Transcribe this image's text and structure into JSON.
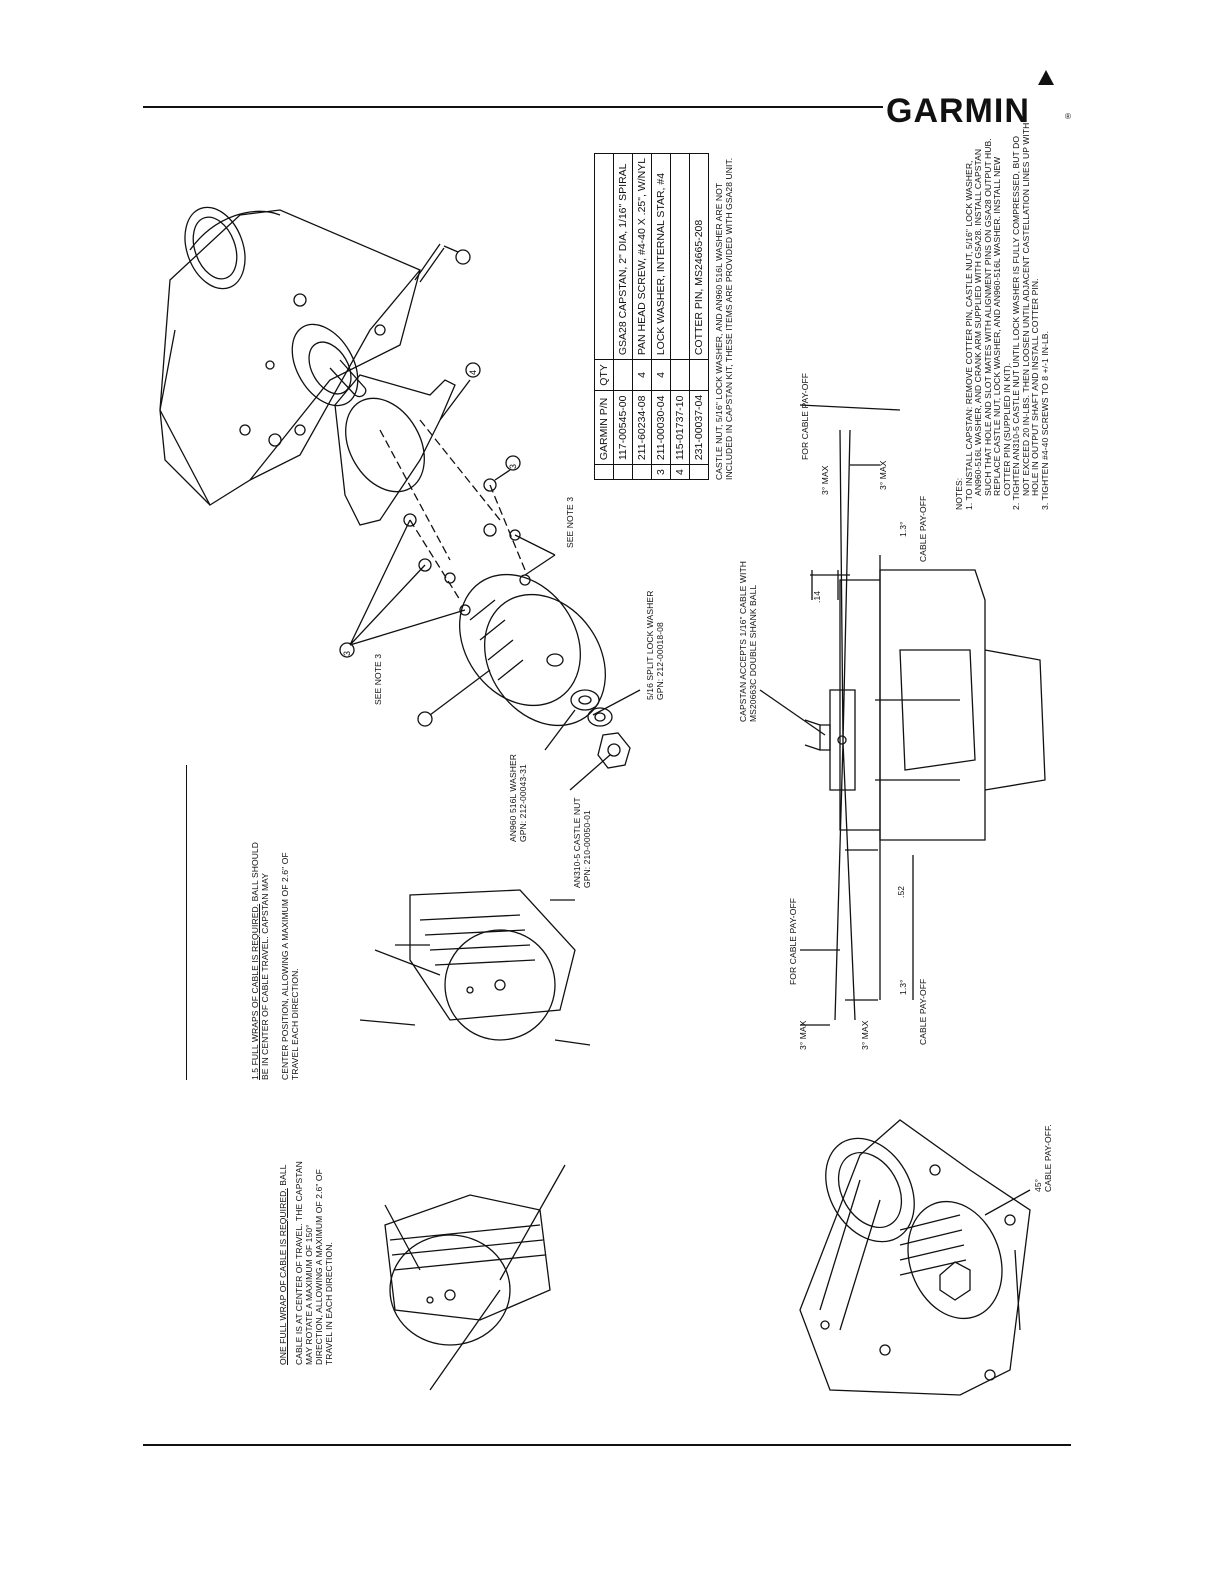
{
  "brand": {
    "name": "GARMIN",
    "reg": "®"
  },
  "parts_table": {
    "headers": {
      "item": "",
      "pn": "GARMIN P/N",
      "qty": "QTY",
      "desc": ""
    },
    "rows": [
      {
        "item": "",
        "pn": "117-00545-00",
        "qty": "",
        "desc": "GSA28 CAPSTAN, 2\" DIA, 1/16\" SPIRAL"
      },
      {
        "item": "",
        "pn": "211-60234-08",
        "qty": "4",
        "desc": "PAN HEAD SCREW, #4-40 x .25\", W/NYL"
      },
      {
        "item": "3",
        "pn": "211-00030-04",
        "qty": "4",
        "desc": "LOCK WASHER, INTERNAL STAR, #4"
      },
      {
        "item": "4",
        "pn": "115-01737-10",
        "qty": "",
        "desc": ""
      },
      {
        "item": "",
        "pn": "231-00037-04",
        "qty": "",
        "desc": "COTTER PIN, MS24665-208"
      }
    ],
    "footnote": [
      "CASTLE NUT, 5/16\" LOCK WASHER, AND AN960 516L WASHER ARE NOT",
      "INCLUDED IN CAPSTAN KIT, THESE ITEMS ARE PROVIDED WITH GSA28 UNIT."
    ]
  },
  "notes": {
    "heading": "NOTES:",
    "items": [
      {
        "num": "1.",
        "lines": [
          "TO INSTALL CAPSTAN: REMOVE COTTER PIN, CASTLE NUT, 5/16\" LOCK WASHER,",
          "AN960-516L WASHER, AND CRANK ARM SUPPLIED WITH GSA28. INSTALL CAPSTAN",
          "SUCH THAT HOLE AND SLOT MATES WITH ALIGNMENT PINS ON GSA28 OUTPUT HUB.",
          "REPLACE CASTLE NUT, LOCK WASHER, AND AN960-516L WASHER. INSTALL NEW",
          "COTTER PIN (SUPPLIED IN KIT)."
        ]
      },
      {
        "num": "2.",
        "lines": [
          "TIGHTEN AN310-5 CASTLE NUT UNTIL LOCK WASHER IS FULLY COMPRESSED, BUT DO",
          "NOT EXCEED 20 IN-LBS. THEN LOOSEN UNTIL ADJACENT CASTELLATION LINES UP WITH",
          "HOLE IN OUTPUT SHAFT AND INSTALL COTTER PIN."
        ]
      },
      {
        "num": "3.",
        "lines": [
          "TIGHTEN #4-40 SCREWS TO 8 +/-1 IN-LB."
        ]
      }
    ]
  },
  "callouts": {
    "see_note_3": "SEE NOTE 3",
    "item_3": "3",
    "item_4": "4",
    "split_washer": [
      "5/16 SPLIT LOCK WASHER",
      "GPN: 212-00018-08"
    ],
    "an960_washer": [
      "AN960 516L WASHER",
      "GPN: 212-00043-31"
    ],
    "castle_nut": [
      "AN310-5 CASTLE NUT",
      "GPN: 210-00050-01"
    ],
    "capstan_accepts": [
      "CAPSTAN ACCEPTS 1/16\" CABLE WITH",
      "MS20663C DOUBLE SHANK BALL"
    ],
    "cable_45": [
      "45°",
      "CABLE PAY-OFF."
    ]
  },
  "wrap_notes": {
    "one_half": {
      "title": "1.5 FULL WRAPS OF CABLE IS REQUIRED.",
      "title_rest": " BALL SHOULD",
      "lines": [
        "BE IN CENTER OF CABLE TRAVEL. CAPSTAN MAY",
        "",
        "CENTER POSITION, ALLOWING A MAXIMUM OF 2.6\" OF",
        "TRAVEL EACH DIRECTION."
      ]
    },
    "one": {
      "title": "ONE FULL WRAP OF CABLE IS REQUIRED.",
      "title_rest": " BALL",
      "lines": [
        "CABLE IS AT CENTER OF TRAVEL. THE CAPSTAN",
        "MAY ROTATE A MAXIMUM OF 150°",
        "DIRECTION, ALLOWING A MAXIMUM OF 2.6\" OF",
        "TRAVEL IN EACH DIRECTION."
      ]
    }
  },
  "dimensions": {
    "for_cable_pay_off": "FOR CABLE PAY-OFF",
    "three_deg_max": "3° MAX",
    "one_three_deg": "1.3°",
    "cable_pay_off": "CABLE PAY-OFF",
    "d014": ".14",
    "d052": ".52"
  }
}
